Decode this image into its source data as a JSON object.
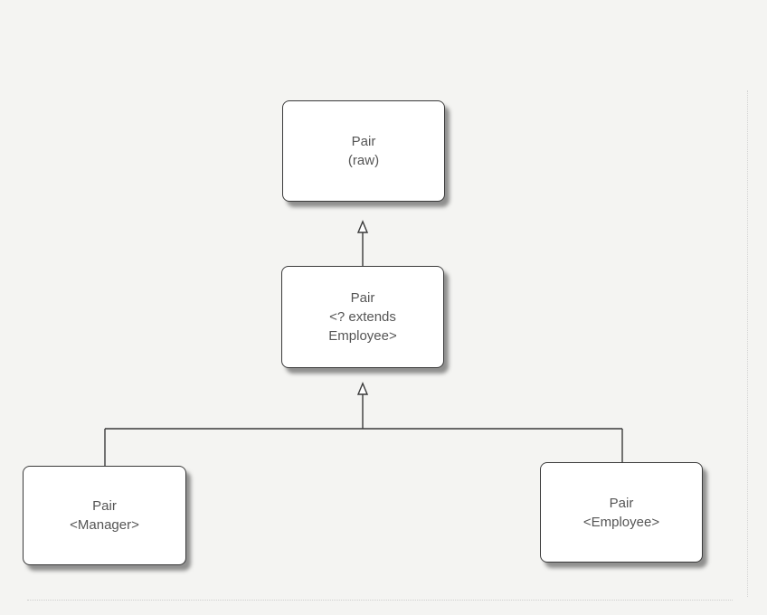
{
  "diagram": {
    "nodes": {
      "raw": {
        "line1": "Pair",
        "line2": "(raw)"
      },
      "wildcard": {
        "line1": "Pair",
        "line2": "<? extends",
        "line3": "Employee>"
      },
      "manager": {
        "line1": "Pair",
        "line2": "<Manager>"
      },
      "employee": {
        "line1": "Pair",
        "line2": "<Employee>"
      }
    },
    "edges": [
      {
        "from": "wildcard",
        "to": "raw",
        "type": "generalization"
      },
      {
        "from": "manager",
        "to": "wildcard",
        "type": "generalization"
      },
      {
        "from": "employee",
        "to": "wildcard",
        "type": "generalization"
      }
    ],
    "colors": {
      "line": "#3a3a3a",
      "text": "#555555",
      "box_fill": "#ffffff",
      "background": "#f4f4f2"
    }
  }
}
